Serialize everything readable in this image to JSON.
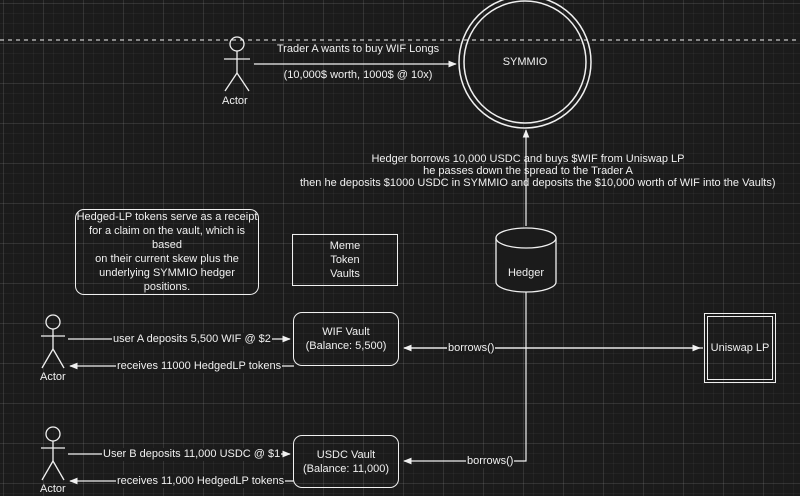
{
  "symmio": {
    "label": "SYMMIO"
  },
  "actors": {
    "trader": {
      "label": "Actor"
    },
    "user_a": {
      "label": "Actor"
    },
    "user_b": {
      "label": "Actor"
    }
  },
  "trader_flow": {
    "line1": "Trader A wants to buy WIF Longs",
    "line2": "(10,000$ worth, 1000$ @ 10x)"
  },
  "hedger_note": {
    "line1": "Hedger borrows 10,000 USDC and buys $WIF from Uniswap LP",
    "line2": "he passes down the spread to the Trader A",
    "line3": "then he deposits $1000 USDC in SYMMIO and deposits the $10,000 worth of WIF into the Vaults)"
  },
  "hedger": {
    "label": "Hedger"
  },
  "info_note": "Hedged-LP tokens serve as a receipt\nfor a claim on the vault, which is based\non their current skew plus the\nunderlying SYMMIO hedger positions.",
  "meme_box": "Meme\nToken\nVaults",
  "wif_vault": {
    "title": "WIF Vault",
    "balance": "(Balance: 5,500)"
  },
  "usdc_vault": {
    "title": "USDC Vault",
    "balance": "(Balance: 11,000)"
  },
  "uniswap": {
    "label": "Uniswap LP"
  },
  "edges": {
    "a_deposit": "user A deposits 5,500 WIF @ $2",
    "a_receive": "receives 11000 HedgedLP tokens",
    "b_deposit": "User B deposits 11,000 USDC @ $1",
    "b_receive": "receives 11,000 HedgedLP tokens",
    "borrows_wif": "borrows()",
    "borrows_usdc": "borrows()"
  },
  "colors": {
    "background": "#1b1b1b",
    "stroke": "#f0f0f0"
  }
}
